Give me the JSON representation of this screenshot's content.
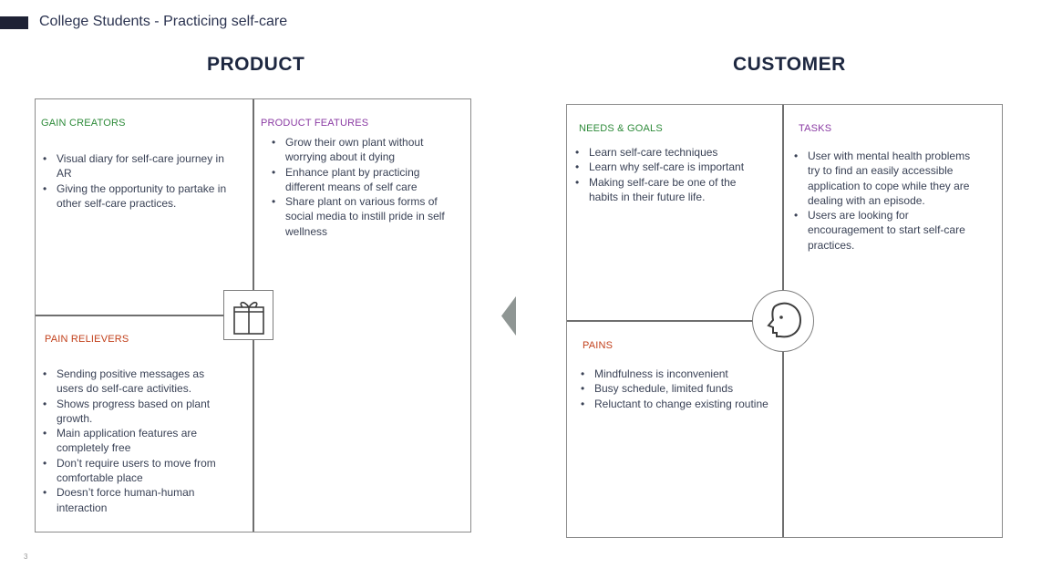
{
  "header": {
    "title": "College Students - Practicing self-care"
  },
  "product": {
    "heading": "PRODUCT",
    "gain_creators": {
      "label": "GAIN CREATORS",
      "items": [
        "Visual diary for self-care journey in AR",
        "Giving the opportunity to partake in other self-care practices."
      ]
    },
    "product_features": {
      "label": "PRODUCT FEATURES",
      "items": [
        "Grow their own plant without worrying about it dying",
        "Enhance plant by practicing different means of self care",
        "Share plant on various forms of social media to instill pride in self wellness"
      ]
    },
    "pain_relievers": {
      "label": "PAIN RELIEVERS",
      "items": [
        "Sending positive messages as users do self-care activities.",
        "Shows progress based on plant growth.",
        "Main application features are completely free",
        "Don’t require users to move from comfortable place",
        "Doesn’t force human-human interaction"
      ]
    }
  },
  "customer": {
    "heading": "CUSTOMER",
    "needs_goals": {
      "label": "NEEDS & GOALS",
      "items": [
        "Learn self-care techniques",
        "Learn why self-care is important",
        "Making self-care be one of the habits in their future life."
      ]
    },
    "tasks": {
      "label": "TASKS",
      "items": [
        "User with mental health problems try to find an easily accessible application to cope while they are dealing with an episode.",
        "Users are looking for encouragement to start self-care practices."
      ]
    },
    "pains": {
      "label": "PAINS",
      "items": [
        "Mindfulness is inconvenient",
        "Busy schedule, limited funds",
        "Reluctant to change existing routine"
      ]
    }
  },
  "icons": {
    "product_center": "gift-icon",
    "customer_center": "face-icon",
    "connector": "triangle-arrow-left-icon"
  },
  "colors": {
    "gain_label": "#2e8b3a",
    "features_label": "#8a3aa3",
    "pain_label": "#c2411c",
    "title_bar": "#1e2235"
  },
  "footer": {
    "page_number": "3"
  }
}
